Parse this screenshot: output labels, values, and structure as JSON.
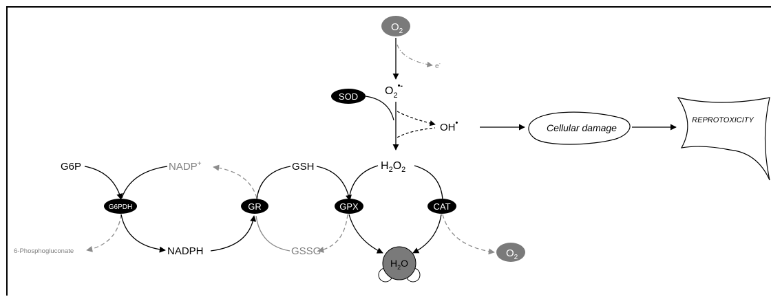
{
  "nodes": {
    "o2_top": {
      "main": "O",
      "sub": "2"
    },
    "electron": {
      "main": "e",
      "sup": "-"
    },
    "superoxide": {
      "main": "O",
      "sub": "2",
      "sup": "•-"
    },
    "sod": "SOD",
    "hydroxyl": {
      "main": "OH",
      "sup": "•"
    },
    "h2o2": {
      "h": "H",
      "s1": "2",
      "o": "O",
      "s2": "2"
    },
    "g6p": "G6P",
    "nadp_plus": {
      "main": "NADP",
      "sup": "+"
    },
    "gsh": "GSH",
    "g6pdh": "G6PDH",
    "gr": "GR",
    "gpx": "GPX",
    "cat": "CAT",
    "phosphogluconate": "6-Phosphogluconate",
    "nadph": "NADPH",
    "gssg": "GSSG",
    "h2o": {
      "h": "H",
      "s": "2",
      "o": "O"
    },
    "o2_right": {
      "main": "O",
      "sub": "2"
    },
    "cellular_damage": "Cellular damage",
    "reprotoxicity": "REPROTOXICITY"
  },
  "colors": {
    "black": "#000000",
    "grey_text": "#7f7f7f",
    "grey_node": "#7a7a7a",
    "dashed_arrow": "#8c8c8c"
  }
}
